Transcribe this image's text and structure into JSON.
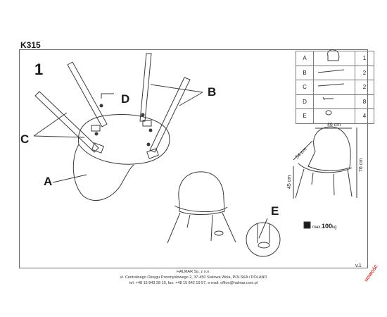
{
  "header": {
    "model": "K315"
  },
  "step": {
    "number": "1"
  },
  "callouts": {
    "a": "A",
    "b": "B",
    "c": "C",
    "d": "D",
    "e": "E"
  },
  "parts_table": {
    "rows": [
      {
        "letter": "A",
        "qty": "1"
      },
      {
        "letter": "B",
        "qty": "2"
      },
      {
        "letter": "C",
        "qty": "2"
      },
      {
        "letter": "D",
        "qty": "8"
      },
      {
        "letter": "E",
        "qty": "4"
      }
    ]
  },
  "dimensions": {
    "width": "46 cm",
    "depth": "54 cm",
    "seat_height": "45 cm",
    "height": "76 cm"
  },
  "max_load": {
    "prefix": "max.",
    "value": "100",
    "unit": "kg"
  },
  "version": "v.1",
  "footer": {
    "line1": "HALMAR Sp. z o.o.",
    "line2": "ul. Centralnego Okręgu Przemysłowego 2, 37-450 Stalowa Wola, POLSKA / POLAND",
    "line3": "tel. +48 15 843 28 10, fax: +48 15 842 19 57, e-mail: office@halmar.com.pl"
  },
  "stamp": "NOWOŚĆ"
}
